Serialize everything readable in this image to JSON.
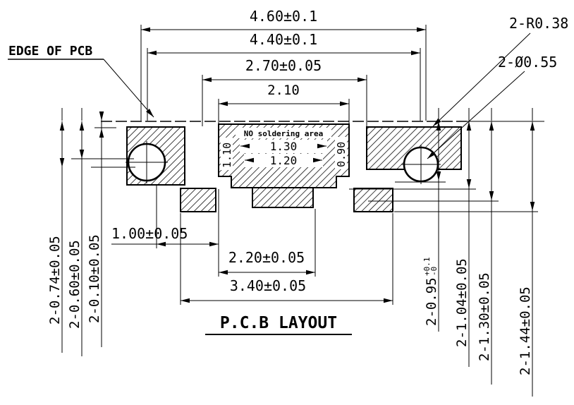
{
  "title": "P.C.B LAYOUT",
  "labels": {
    "edge_of_pcb": "EDGE OF PCB",
    "no_soldering_area": "NO soldering area",
    "corner_radius": "2-R0.38",
    "hole_diameter": "2-Ø0.55"
  },
  "dimensions": {
    "overall_width": "4.60±0.1",
    "inner_width": "4.40±0.1",
    "pad_span_width": "2.70±0.05",
    "no_solder_width": "2.10",
    "inner_top_width": "1.30",
    "inner_bottom_width": "1.20",
    "inner_left_height": "1.10",
    "inner_right_height": "0.90",
    "left_depth_1": "2-0.74±0.05",
    "left_depth_2": "2-0.60±0.05",
    "left_depth_3": "2-0.10±0.05",
    "pad_offset": "1.00±0.05",
    "bottom_span_1": "2.20±0.05",
    "bottom_span_2": "3.40±0.05",
    "right_depth_1": "2-0.95",
    "right_depth_1_tol_plus": "+0.1",
    "right_depth_1_tol_minus": "-0",
    "right_depth_2": "2-1.04±0.05",
    "right_depth_3": "2-1.30±0.05",
    "right_depth_4": "2-1.44±0.05"
  }
}
